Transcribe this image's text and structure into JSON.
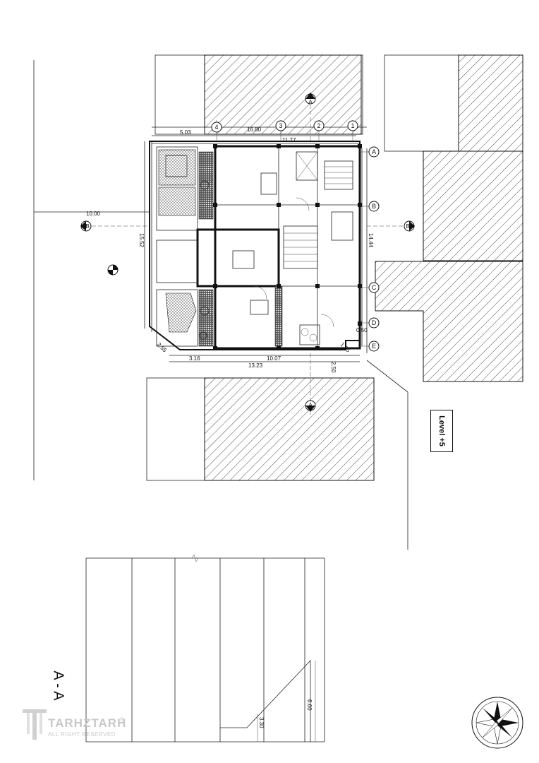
{
  "plan": {
    "grid_numbers": [
      "4",
      "3",
      "2",
      "1"
    ],
    "grid_letters": [
      "A",
      "B",
      "C",
      "D",
      "E"
    ],
    "section_markers": [
      "A",
      "A",
      "B",
      "B"
    ],
    "dims_top": [
      "5.03",
      "16.80",
      "11.77"
    ],
    "dims_left": [
      "10.00",
      "15.52"
    ],
    "dim_right": "14.44",
    "dims_bottom": [
      "2.55",
      "3.16",
      "10.07",
      "2.50",
      "13.23"
    ],
    "dims_right_small": [
      "0.50",
      "1.35"
    ],
    "level_label": "Level +5"
  },
  "section": {
    "title": "A - A",
    "dims": [
      "6.60",
      "3.30"
    ]
  },
  "logo": {
    "name": "TARHZTARH",
    "tagline": "ALL RIGHT RESERVED",
    "registered": "®"
  }
}
